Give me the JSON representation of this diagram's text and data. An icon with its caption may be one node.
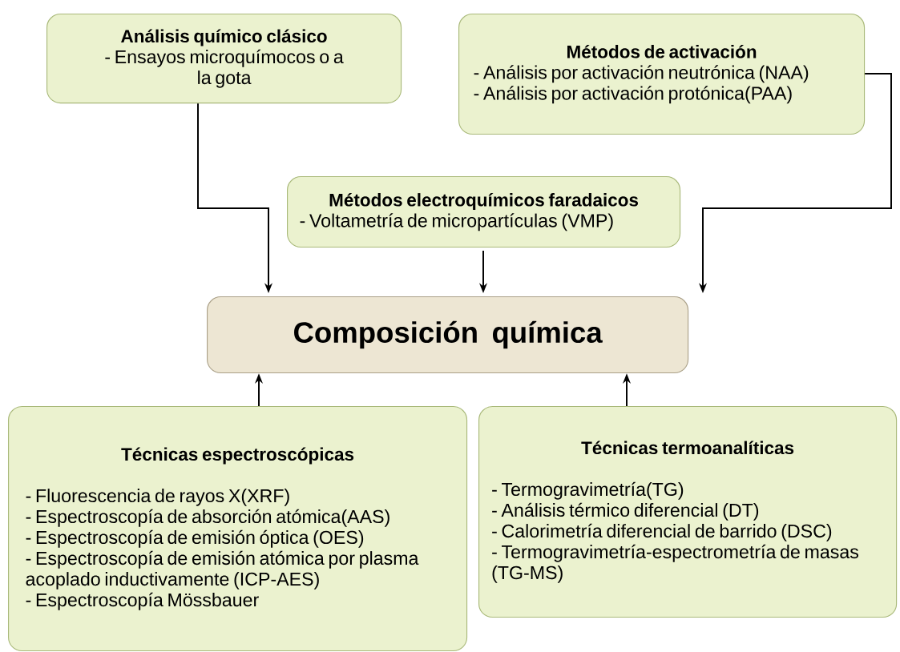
{
  "diagram": {
    "nodes": [
      {
        "text": [
          "Análisis químico clásico",
          "- Ensayos microquímocos o a la gota"
        ]
      },
      {
        "text": [
          "Métodos de activación",
          "- Análisis por activación neutrónica (NAA)",
          "- Análisis por activación protónica(PAA)"
        ]
      },
      {
        "text": [
          "Métodos electroquímicos faradaicos",
          "- Voltametría de micropartículas (VMP)"
        ]
      },
      {
        "text": [
          "Composición química"
        ]
      },
      {
        "text": [
          "Técnicas espectroscópicas",
          "- Fluorescencia de rayos X(XRF)",
          "- Espectroscopía de absorción atómica(AAS)",
          "- Espectroscopía de emisión óptica (OES)",
          "- Espectroscopía de emisión atómica  por plasma acoplado inductivamente (ICP-AES)",
          "- Espectroscopía Mössbauer"
        ]
      },
      {
        "text": [
          "Técnicas termoanalíticas",
          "- Termogravimetría(TG)",
          "- Análisis térmico diferencial (DT)",
          "- Calorimetría diferencial de barrido (DSC)",
          "- Termogravimetría-espectrometría de masas (TG-MS)"
        ]
      }
    ],
    "edges": [
      {
        "from": 0,
        "to": 3,
        "arrow": "to"
      },
      {
        "from": 1,
        "to": 3,
        "arrow": "to"
      },
      {
        "from": 2,
        "to": 3,
        "arrow": "to"
      },
      {
        "from": 4,
        "to": 3,
        "arrow": "to"
      },
      {
        "from": 5,
        "to": 3,
        "arrow": "to"
      }
    ]
  }
}
